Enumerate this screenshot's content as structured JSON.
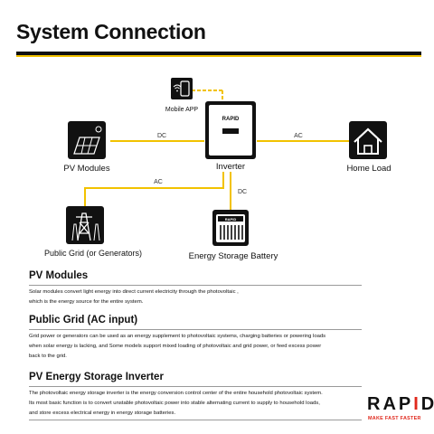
{
  "title": "System Connection",
  "diagram": {
    "nodes": {
      "mobile_app": "Mobile APP",
      "inverter": "Inverter",
      "pv_modules": "PV Modules",
      "home_load": "Home Load",
      "public_grid": "Public Grid  (or Generators)",
      "battery": "Energy Storage Battery"
    },
    "edges": {
      "pv_to_inverter": "DC",
      "inverter_to_home": "AC",
      "grid_to_inverter": "AC",
      "inverter_to_battery": "DC"
    },
    "device_brand": "RAPID",
    "line_color": "#f2c200"
  },
  "sections": [
    {
      "title": "PV Modules",
      "body": [
        "Solar modules convert light energy into direct current electricity through the photovoltaic ,",
        "which is the energy source for the entire system."
      ]
    },
    {
      "title": "Public Grid (AC input)",
      "body": [
        "Grid power or generators can be used as an energy supplement to photovoltaic systems, charging batteries or powering loads",
        "when solar energy is lacking, and Some models support mixed loading of photovoltaic and grid power,  or feed excess power",
        "back to the grid."
      ]
    },
    {
      "title": "PV Energy Storage Inverter",
      "body": [
        "The photovoltaic energy storage inverter is the energy conversion control center of the entire household photovoltaic system.",
        "Its most basic function is to convert unstable photovoltaic power into stable alternating current to supply to household loads,",
        "and store excess electrical energy in energy storage batteries."
      ]
    }
  ],
  "brand": {
    "name_a": "RAP",
    "name_b": "I",
    "name_c": "D",
    "tagline": "MAKE FAST FASTER",
    "accent": "#e0281c"
  }
}
